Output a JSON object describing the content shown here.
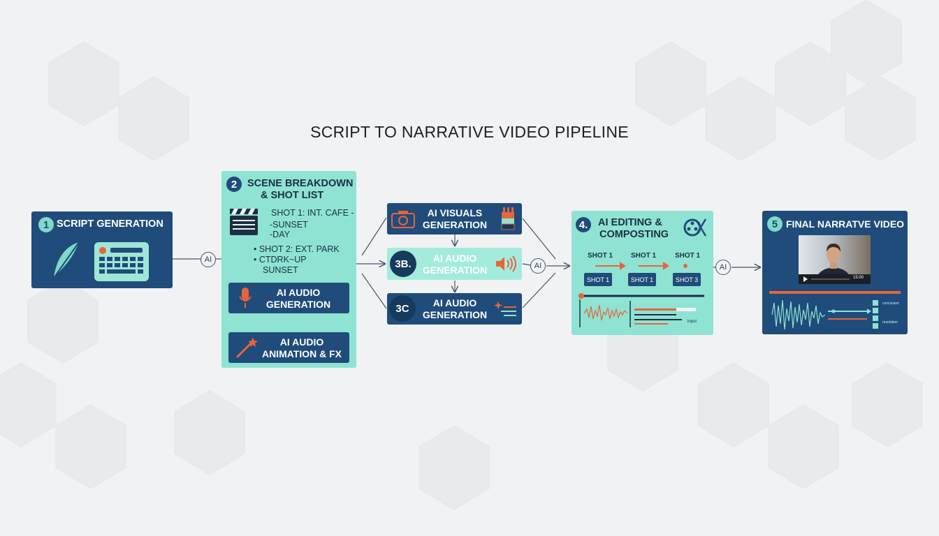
{
  "title": "SCRIPT TO NARRATIVE VIDEO PIPELINE",
  "connector_label": "AI",
  "step1": {
    "number": "1",
    "label": "SCRIPT GENERATION"
  },
  "step2": {
    "number": "2",
    "label_line1": "SCENE BREAKDOWN",
    "label_line2": "& SHOT LIST",
    "shots": [
      "SHOT 1: INT. CAFE -",
      "-SUNSET",
      "-DAY",
      "• SHOT 2: EXT. PARK",
      "• CTDRK~UP",
      "SUNSET"
    ],
    "audio": {
      "line1": "AI AUDIO",
      "line2": "GENERATION"
    },
    "animation": {
      "line1": "AI AUDIO",
      "line2": "ANIMATION & FX"
    }
  },
  "step3a": {
    "line1": "AI VISUALS",
    "line2": "GENERATION"
  },
  "step3b": {
    "badge": "3B.",
    "line1": "AI AUDIO",
    "line2": "GENERATION"
  },
  "step3c": {
    "badge": "3C",
    "line1": "AI AUDIO",
    "line2": "GENERATION"
  },
  "step4": {
    "number": "4.",
    "label_line1": "AI EDITING &",
    "label_line2": "COMPOSTING",
    "shot_labels": [
      "SHOT 1",
      "SHOT 1",
      "SHOT 1"
    ],
    "shot_buttons": [
      "SHOT 1",
      "SHOT 1",
      "SHOT 3"
    ],
    "track_caption": "input"
  },
  "step5": {
    "number": "5",
    "label": "FINAL NARRATVE VIDEO",
    "video_time": "15:00",
    "caption_top": "conclusion",
    "caption_bottom": "resolution"
  },
  "colors": {
    "navy": "#1f4c7a",
    "teal": "#8fe3d2",
    "accent_orange": "#e8643a",
    "background": "#f1f2f3"
  },
  "icons": {
    "step1": [
      "feather-quill-icon",
      "keyboard-icon"
    ],
    "step2": [
      "clapperboard-icon",
      "microphone-icon",
      "magic-wand-icon"
    ],
    "step3a": [
      "camera-icon",
      "paint-palette-icon"
    ],
    "step3b": [
      "speaker-waves-icon"
    ],
    "step3c": [
      "sparkle-lines-icon"
    ],
    "step4": [
      "film-reel-scissors-icon"
    ],
    "step5": [
      "play-icon"
    ]
  }
}
